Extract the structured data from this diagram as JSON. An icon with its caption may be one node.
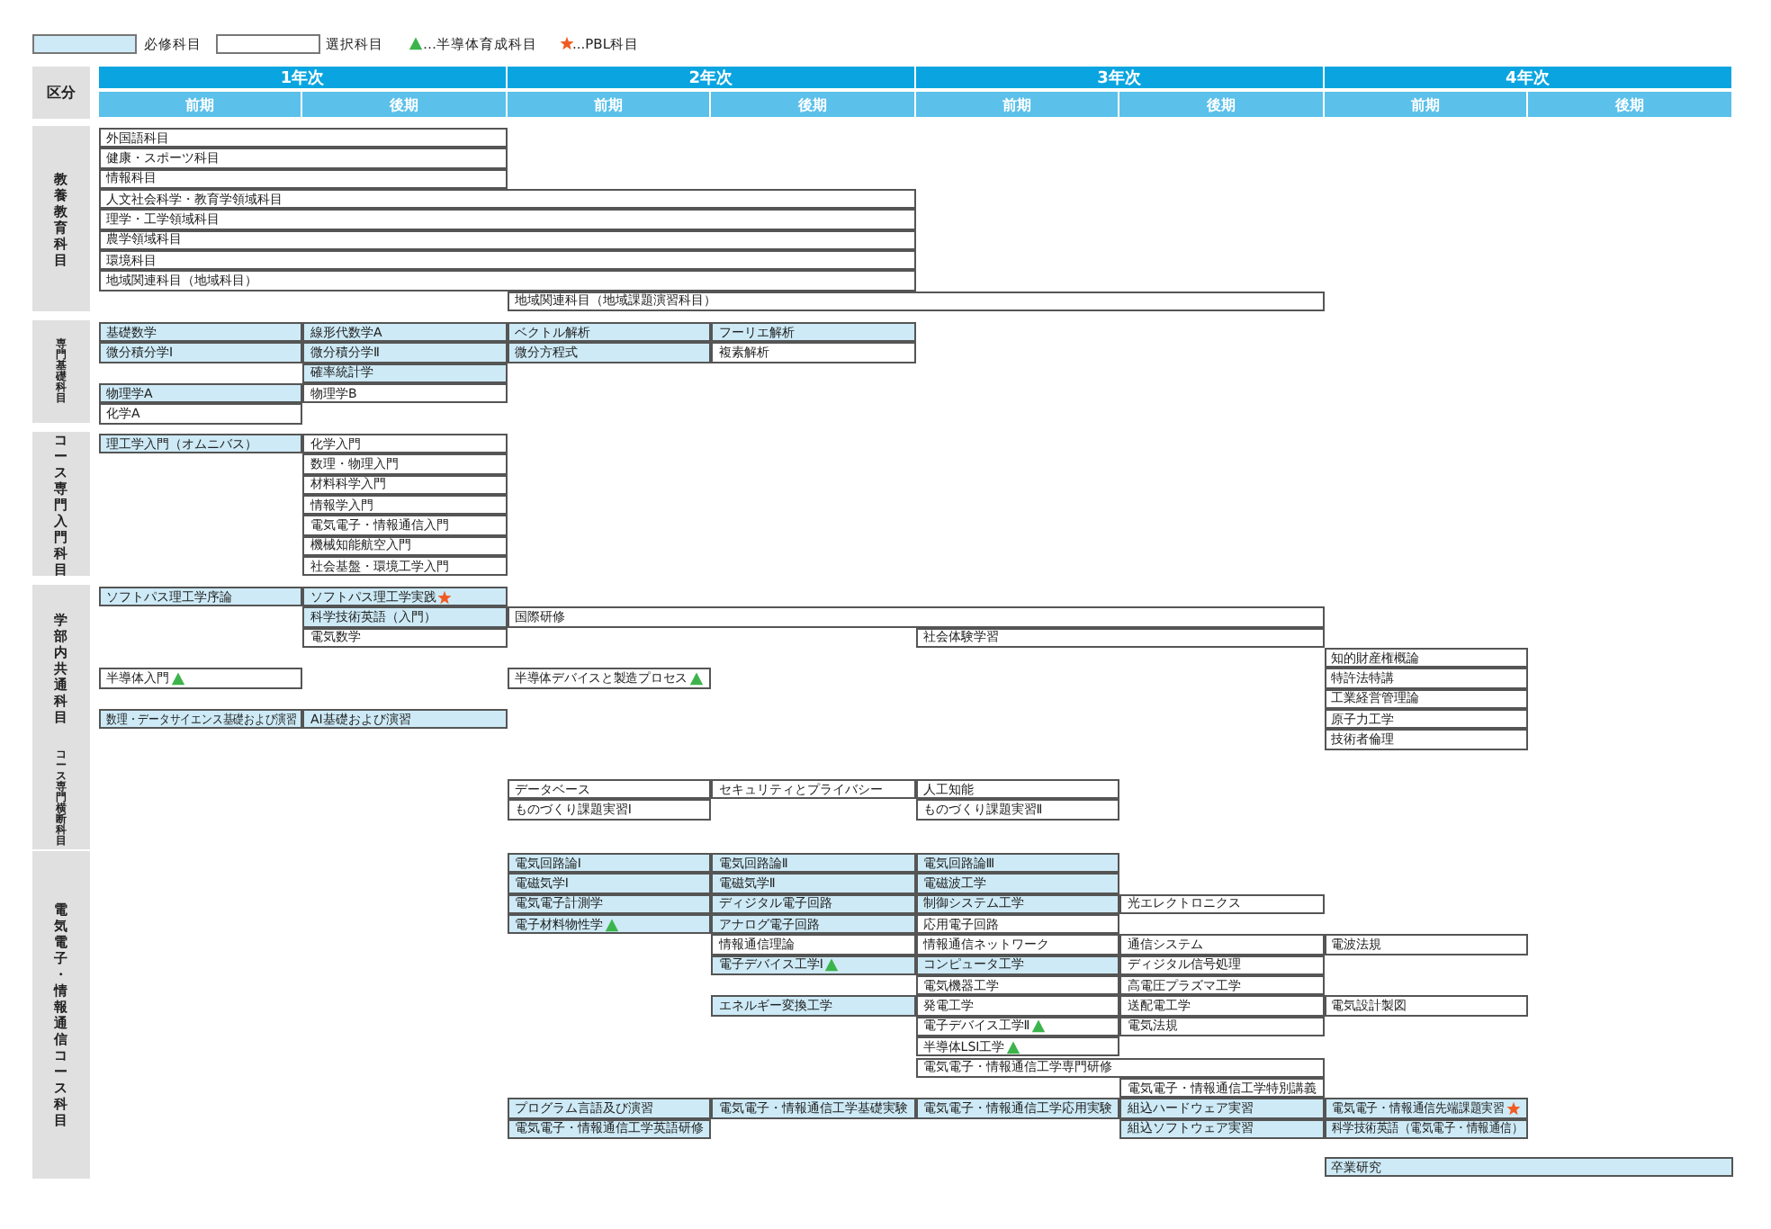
{
  "diagram": {
    "nodes": [
      {
        "text": [
          "区分"
        ]
      },
      {
        "text": [
          "1年次"
        ]
      },
      {
        "text": [
          "2年次"
        ]
      },
      {
        "text": [
          "3年次"
        ]
      },
      {
        "text": [
          "4年次"
        ]
      },
      {
        "text": [
          "前期"
        ]
      },
      {
        "text": [
          "後期"
        ]
      },
      {
        "text": [
          "前期"
        ]
      },
      {
        "text": [
          "後期"
        ]
      },
      {
        "text": [
          "前期"
        ]
      },
      {
        "text": [
          "後期"
        ]
      },
      {
        "text": [
          "前期"
        ]
      },
      {
        "text": [
          "後期"
        ]
      },
      {
        "text": [
          "教養教育科目"
        ]
      },
      {
        "text": [
          "外国語科目"
        ]
      },
      {
        "text": [
          "健康・スポーツ科目"
        ]
      },
      {
        "text": [
          "情報科目"
        ]
      },
      {
        "text": [
          "人文社会科学・教育学領域科目"
        ]
      },
      {
        "text": [
          "理学・工学領域科目"
        ]
      },
      {
        "text": [
          "農学領域科目"
        ]
      },
      {
        "text": [
          "環境科目"
        ]
      },
      {
        "text": [
          "地域関連科目（地域科目）"
        ]
      },
      {
        "text": [
          "地域関連科目（地域課題演習科目）"
        ]
      },
      {
        "text": [
          "専門基礎科目"
        ]
      },
      {
        "text": [
          "基礎数学"
        ]
      },
      {
        "text": [
          "線形代数学A"
        ]
      },
      {
        "text": [
          "ベクトル解析"
        ]
      },
      {
        "text": [
          "フーリエ解析"
        ]
      },
      {
        "text": [
          "微分積分学Ⅰ"
        ]
      },
      {
        "text": [
          "微分積分学Ⅱ"
        ]
      },
      {
        "text": [
          "微分方程式"
        ]
      },
      {
        "text": [
          "複素解析"
        ]
      },
      {
        "text": [
          "確率統計学"
        ]
      },
      {
        "text": [
          "物理学A"
        ]
      },
      {
        "text": [
          "物理学B"
        ]
      },
      {
        "text": [
          "化学A"
        ]
      },
      {
        "text": [
          "コース専門入門科目"
        ]
      },
      {
        "text": [
          "理工学入門（オムニバス）"
        ]
      },
      {
        "text": [
          "化学入門"
        ]
      },
      {
        "text": [
          "数理・物理入門"
        ]
      },
      {
        "text": [
          "材料科学入門"
        ]
      },
      {
        "text": [
          "情報学入門"
        ]
      },
      {
        "text": [
          "電気電子・情報通信入門"
        ]
      },
      {
        "text": [
          "機械知能航空入門"
        ]
      },
      {
        "text": [
          "社会基盤・環境工学入門"
        ]
      },
      {
        "text": [
          "学部内共通科目"
        ]
      },
      {
        "text": [
          "ソフトパス理工学序論"
        ]
      },
      {
        "text": [
          "ソフトパス理工学実践"
        ]
      },
      {
        "text": [
          "科学技術英語（入門）"
        ]
      },
      {
        "text": [
          "国際研修"
        ]
      },
      {
        "text": [
          "電気数学"
        ]
      },
      {
        "text": [
          "社会体験学習"
        ]
      },
      {
        "text": [
          "知的財産権概論"
        ]
      },
      {
        "text": [
          "半導体入門"
        ]
      },
      {
        "text": [
          "半導体デバイスと製造プロセス"
        ]
      },
      {
        "text": [
          "特許法特講"
        ]
      },
      {
        "text": [
          "工業経営管理論"
        ]
      },
      {
        "text": [
          "数理・データサイエンス基礎および演習"
        ]
      },
      {
        "text": [
          "AI基礎および演習"
        ]
      },
      {
        "text": [
          "原子力工学"
        ]
      },
      {
        "text": [
          "技術者倫理"
        ]
      },
      {
        "text": [
          "コース専門横断科目"
        ]
      },
      {
        "text": [
          "データベース"
        ]
      },
      {
        "text": [
          "セキュリティとプライバシー"
        ]
      },
      {
        "text": [
          "人工知能"
        ]
      },
      {
        "text": [
          "ものづくり課題実習Ⅰ"
        ]
      },
      {
        "text": [
          "ものづくり課題実習Ⅱ"
        ]
      },
      {
        "text": [
          "電気電子・情報通信コース科目"
        ]
      },
      {
        "text": [
          "電気回路論Ⅰ"
        ]
      },
      {
        "text": [
          "電気回路論Ⅱ"
        ]
      },
      {
        "text": [
          "電気回路論Ⅲ"
        ]
      },
      {
        "text": [
          "電磁気学Ⅰ"
        ]
      },
      {
        "text": [
          "電磁気学Ⅱ"
        ]
      },
      {
        "text": [
          "電磁波工学"
        ]
      },
      {
        "text": [
          "電気電子計測学"
        ]
      },
      {
        "text": [
          "ディジタル電子回路"
        ]
      },
      {
        "text": [
          "制御システム工学"
        ]
      },
      {
        "text": [
          "光エレクトロニクス"
        ]
      },
      {
        "text": [
          "電子材料物性学"
        ]
      },
      {
        "text": [
          "アナログ電子回路"
        ]
      },
      {
        "text": [
          "応用電子回路"
        ]
      },
      {
        "text": [
          "情報通信理論"
        ]
      },
      {
        "text": [
          "情報通信ネットワーク"
        ]
      },
      {
        "text": [
          "通信システム"
        ]
      },
      {
        "text": [
          "電波法規"
        ]
      },
      {
        "text": [
          "電子デバイス工学Ⅰ"
        ]
      },
      {
        "text": [
          "コンピュータ工学"
        ]
      },
      {
        "text": [
          "ディジタル信号処理"
        ]
      },
      {
        "text": [
          "電気機器工学"
        ]
      },
      {
        "text": [
          "高電圧プラズマ工学"
        ]
      },
      {
        "text": [
          "エネルギー変換工学"
        ]
      },
      {
        "text": [
          "発電工学"
        ]
      },
      {
        "text": [
          "送配電工学"
        ]
      },
      {
        "text": [
          "電気設計製図"
        ]
      },
      {
        "text": [
          "電子デバイス工学Ⅱ"
        ]
      },
      {
        "text": [
          "電気法規"
        ]
      },
      {
        "text": [
          "半導体LSI工学"
        ]
      },
      {
        "text": [
          "電気電子・情報通信工学専門研修"
        ]
      },
      {
        "text": [
          "電気電子・情報通信工学特別講義"
        ]
      },
      {
        "text": [
          "プログラム言語及び演習"
        ]
      },
      {
        "text": [
          "電気電子・情報通信工学基礎実験"
        ]
      },
      {
        "text": [
          "電気電子・情報通信工学応用実験"
        ]
      },
      {
        "text": [
          "組込ハードウェア実習"
        ]
      },
      {
        "text": [
          "電気電子・情報通信先端課題実習"
        ]
      },
      {
        "text": [
          "電気電子・情報通信工学英語研修"
        ]
      },
      {
        "text": [
          "組込ソフトウェア実習"
        ]
      },
      {
        "text": [
          "科学技術英語（電気電子・情報通信）"
        ]
      },
      {
        "text": [
          "卒業研究"
        ]
      }
    ],
    "legend": [
      {
        "text": "必修科目",
        "color": "#cdeaf6"
      },
      {
        "text": "選択科目",
        "color": "#ffffff"
      },
      {
        "text": "…半導体育成科目"
      },
      {
        "text": "...PBL科目"
      }
    ]
  }
}
